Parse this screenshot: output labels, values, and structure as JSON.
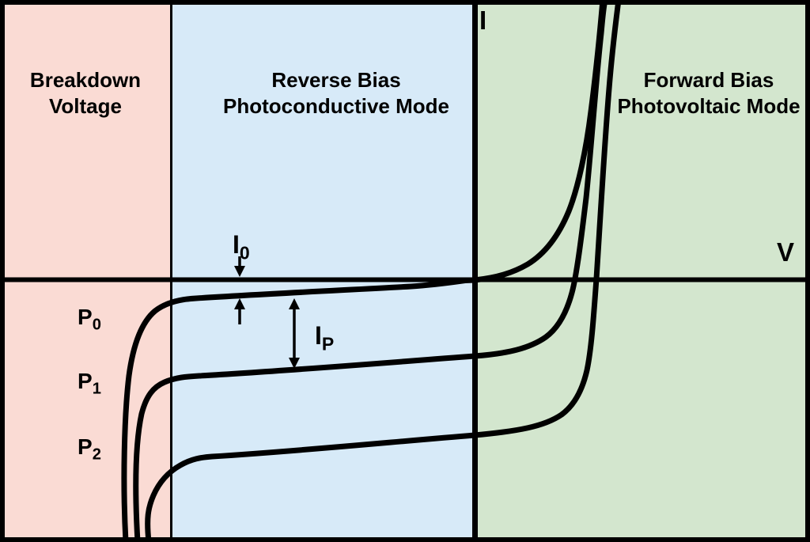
{
  "figure": {
    "axes": {
      "current_label": "I",
      "voltage_label": "V"
    },
    "regions": [
      {
        "id": "breakdown",
        "line1": "Breakdown",
        "line2": "Voltage",
        "bg": "#FADBD4"
      },
      {
        "id": "reverse-bias",
        "line1": "Reverse Bias",
        "line2": "Photoconductive Mode",
        "bg": "#D7EAF8"
      },
      {
        "id": "forward-bias",
        "line1": "Forward Bias",
        "line2": "Photovoltaic Mode",
        "bg": "#D3E6CE"
      }
    ],
    "curve_labels": [
      {
        "main": "P",
        "sub": "0"
      },
      {
        "main": "P",
        "sub": "1"
      },
      {
        "main": "P",
        "sub": "2"
      }
    ],
    "annotations": {
      "dark_current": {
        "main": "I",
        "sub": "0"
      },
      "photocurrent": {
        "main": "I",
        "sub": "P"
      }
    },
    "colors": {
      "breakdown_bg": "#FADBD4",
      "reverse_bias_bg": "#D7EAF8",
      "forward_bias_bg": "#D3E6CE",
      "line": "#000000"
    }
  }
}
